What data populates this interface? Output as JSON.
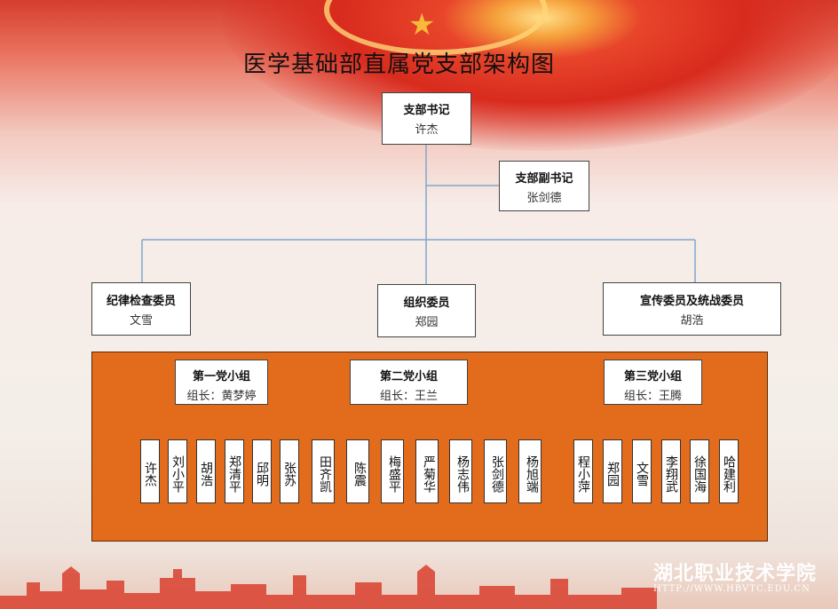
{
  "title": "医学基础部直属党支部架构图",
  "secretary": {
    "role": "支部书记",
    "person": "许杰"
  },
  "deputy": {
    "role": "支部副书记",
    "person": "张剑德"
  },
  "committee": [
    {
      "role": "纪律检查委员",
      "person": "文雪"
    },
    {
      "role": "组织委员",
      "person": "郑园"
    },
    {
      "role": "宣传委员及统战委员",
      "person": "胡浩"
    }
  ],
  "groups": [
    {
      "name": "第一党小组",
      "leader": "组长：黄梦婷",
      "members": [
        "许杰",
        "刘小平",
        "胡浩",
        "郑清平",
        "邱明",
        "张苏"
      ]
    },
    {
      "name": "第二党小组",
      "leader": "组长：王兰",
      "members": [
        "田齐凯",
        "陈震",
        "梅盛平",
        "严菊华",
        "杨志伟",
        "张剑德",
        "杨旭端"
      ]
    },
    {
      "name": "第三党小组",
      "leader": "组长：王腾",
      "members": [
        "程小萍",
        "郑园",
        "文雪",
        "李翔武",
        "徐国海",
        "哈建利"
      ]
    }
  ],
  "watermark": {
    "name": "湖北职业技术学院",
    "url": "HTTP://WWW.HBVTC.EDU.CN"
  },
  "colors": {
    "panel": "#e36b1c",
    "connector": "#7fa7cf",
    "member_line": "#1a1a1a"
  }
}
